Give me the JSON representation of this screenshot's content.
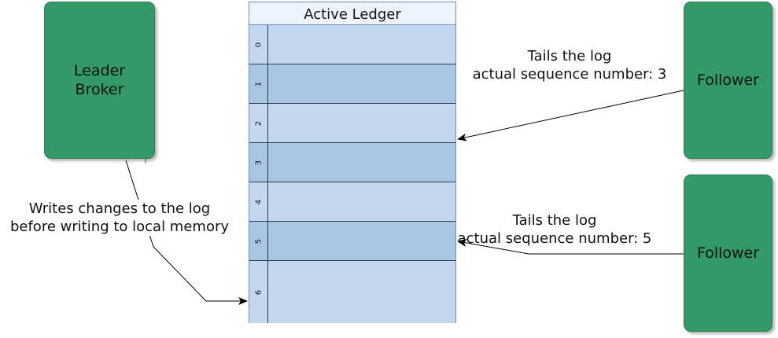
{
  "colors": {
    "node_fill": "#339966",
    "node_stroke": "#2d7a55",
    "ledger_header_fill": "#eef4fd",
    "row_light": "#c5d7ee",
    "row_dark": "#a9c7e3",
    "line": "#000000"
  },
  "nodes": {
    "leader": "Leader\nBroker",
    "follower1": "Follower",
    "follower2": "Follower"
  },
  "ledger": {
    "title": "Active Ledger",
    "rows": [
      "0",
      "1",
      "2",
      "3",
      "4",
      "5",
      "6"
    ]
  },
  "edges": {
    "follower1_label": "Tails the log\nactual sequence number: 3",
    "follower2_label": "Tails the log\nactual sequence number: 5",
    "leader_label": "Writes changes to the log\nbefore writing to local memory"
  }
}
